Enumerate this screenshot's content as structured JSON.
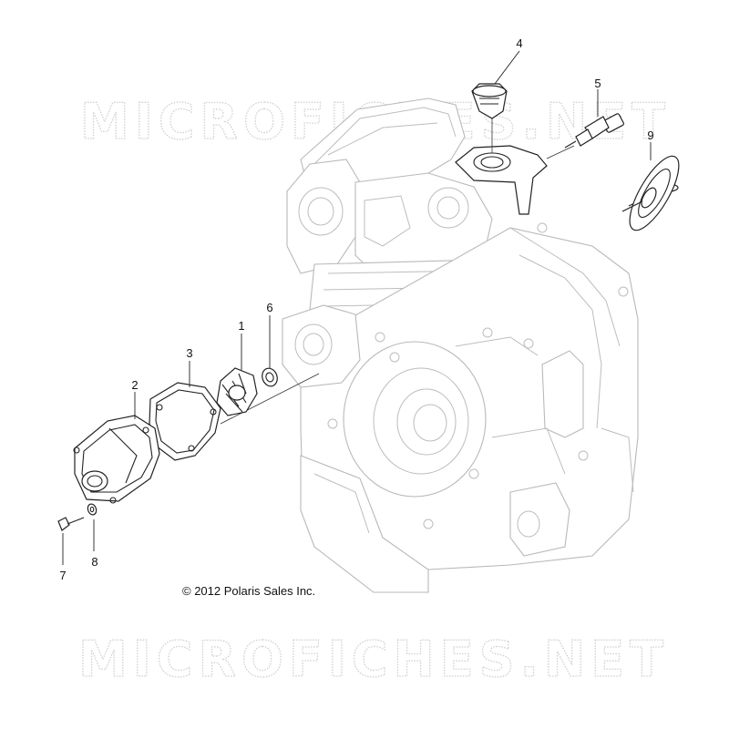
{
  "watermark": {
    "top_text": "MICROFICHES.NET",
    "bottom_text": "MICROFICHES.NET"
  },
  "copyright": "© 2012 Polaris Sales Inc.",
  "callouts": [
    {
      "id": "1",
      "label": "1"
    },
    {
      "id": "2",
      "label": "2"
    },
    {
      "id": "3",
      "label": "3"
    },
    {
      "id": "4",
      "label": "4"
    },
    {
      "id": "5",
      "label": "5"
    },
    {
      "id": "6",
      "label": "6"
    },
    {
      "id": "7",
      "label": "7"
    },
    {
      "id": "8",
      "label": "8"
    },
    {
      "id": "9",
      "label": "9"
    }
  ],
  "colors": {
    "engine_outline": "#b9b9b9",
    "part_outline": "#222222",
    "watermark": "#d0d0d0"
  }
}
